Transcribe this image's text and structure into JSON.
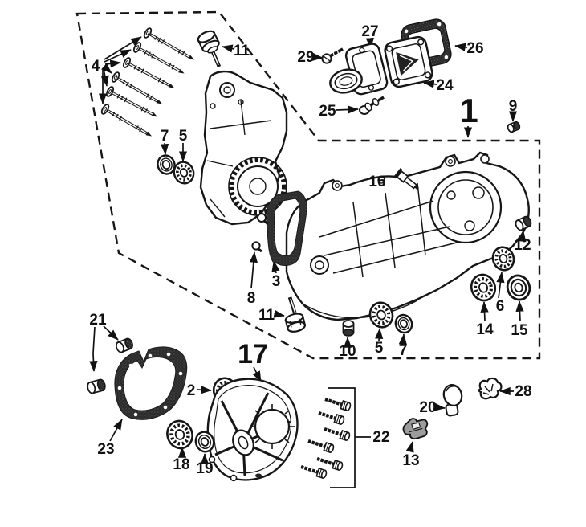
{
  "diagram": {
    "kind": "exploded-parts-diagram",
    "colors": {
      "ink": "#161616",
      "background": "#ffffff",
      "gasket_fill": "#2b2b2b",
      "clamp_fill": "#9c9c9c"
    },
    "callouts": [
      {
        "number": "4",
        "part": "stud-bolt-set"
      },
      {
        "number": "11",
        "part": "socket-bolt-top"
      },
      {
        "number": "7",
        "part": "oil-seal-top"
      },
      {
        "number": "5",
        "part": "bearing-top"
      },
      {
        "number": "29",
        "part": "pan-screw"
      },
      {
        "number": "27",
        "part": "intake-manifold"
      },
      {
        "number": "26",
        "part": "reed-valve-gasket"
      },
      {
        "number": "24",
        "part": "reed-valve"
      },
      {
        "number": "25",
        "part": "screw-with-washer"
      },
      {
        "number": "1",
        "part": "crankcase-assembly"
      },
      {
        "number": "9",
        "part": "dowel-pin"
      },
      {
        "number": "16",
        "part": "sensor-bolt"
      },
      {
        "number": "12",
        "part": "bushing"
      },
      {
        "number": "3",
        "part": "crankcase-gasket"
      },
      {
        "number": "8",
        "part": "dowel-pins"
      },
      {
        "number": "11",
        "part": "socket-bolt-bottom"
      },
      {
        "number": "10",
        "part": "bushing-small"
      },
      {
        "number": "5",
        "part": "bearing-bottom"
      },
      {
        "number": "7",
        "part": "oil-seal-bottom"
      },
      {
        "number": "14",
        "part": "bearing-14"
      },
      {
        "number": "6",
        "part": "bearing-6"
      },
      {
        "number": "15",
        "part": "oil-seal-15"
      },
      {
        "number": "21",
        "part": "dowel-bushings"
      },
      {
        "number": "2",
        "part": "bearing-2"
      },
      {
        "number": "23",
        "part": "cover-gasket"
      },
      {
        "number": "18",
        "part": "bearing-18"
      },
      {
        "number": "19",
        "part": "oil-seal-19"
      },
      {
        "number": "22",
        "part": "screw-set"
      },
      {
        "number": "20",
        "part": "cap-plug"
      },
      {
        "number": "13",
        "part": "cable-clamp"
      },
      {
        "number": "28",
        "part": "wire-clip"
      },
      {
        "number": "17",
        "part": "crankcase-cover"
      }
    ]
  }
}
